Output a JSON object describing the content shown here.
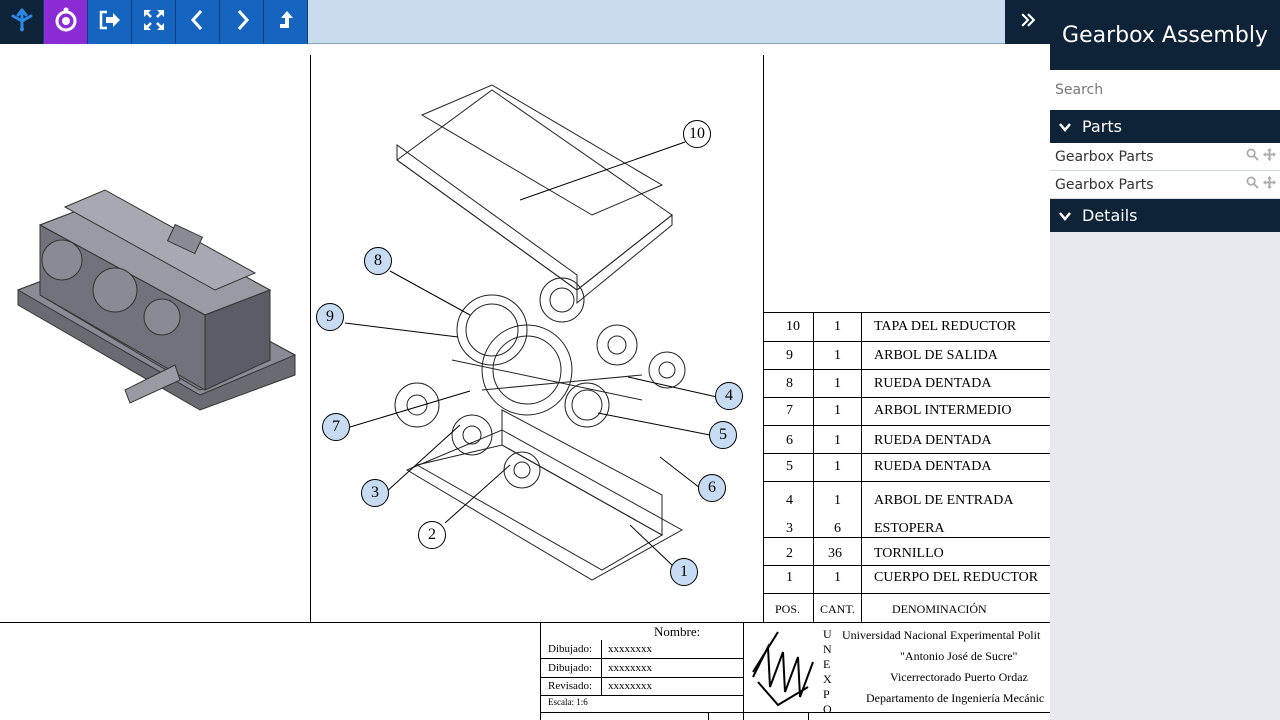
{
  "toolbar": {
    "buttons": [
      {
        "name": "home-button",
        "icon": "home-arrows-icon"
      },
      {
        "name": "app-logo-button",
        "icon": "logo-icon"
      },
      {
        "name": "exit-button",
        "icon": "exit-icon"
      },
      {
        "name": "fullscreen-button",
        "icon": "expand-arrows-icon"
      },
      {
        "name": "previous-button",
        "icon": "chevron-left-icon"
      },
      {
        "name": "next-button",
        "icon": "chevron-right-icon"
      },
      {
        "name": "up-button",
        "icon": "arrow-up-icon"
      }
    ],
    "expand_icon": "double-chevron-right-icon"
  },
  "sidebar": {
    "title": "Gearbox Assembly",
    "search_placeholder": "Search",
    "sections": {
      "parts": {
        "label": "Parts",
        "items": [
          {
            "label": "Gearbox Parts"
          },
          {
            "label": "Gearbox Parts"
          }
        ]
      },
      "details": {
        "label": "Details"
      }
    }
  },
  "drawing": {
    "balloons": [
      "10",
      "8",
      "9",
      "4",
      "5",
      "6",
      "7",
      "3",
      "2",
      "1"
    ],
    "parts_table": {
      "rows": [
        {
          "pos": "10",
          "cant": "1",
          "denom": "TAPA DEL REDUCTOR"
        },
        {
          "pos": "9",
          "cant": "1",
          "denom": "ARBOL DE SALIDA"
        },
        {
          "pos": "8",
          "cant": "1",
          "denom": "RUEDA DENTADA"
        },
        {
          "pos": "7",
          "cant": "1",
          "denom": "ARBOL INTERMEDIO"
        },
        {
          "pos": "6",
          "cant": "1",
          "denom": "RUEDA DENTADA"
        },
        {
          "pos": "5",
          "cant": "1",
          "denom": "RUEDA DENTADA"
        },
        {
          "pos": "4",
          "cant": "1",
          "denom": "ARBOL DE ENTRADA"
        },
        {
          "pos": "3",
          "cant": "6",
          "denom": "ESTOPERA"
        },
        {
          "pos": "2",
          "cant": "36",
          "denom": "TORNILLO"
        },
        {
          "pos": "1",
          "cant": "1",
          "denom": "CUERPO DEL REDUCTOR"
        }
      ],
      "header": {
        "pos": "POS.",
        "cant": "CANT.",
        "denom": "DENOMINACIÓN"
      }
    },
    "title_block": {
      "nombre": "Nombre:",
      "rows": [
        {
          "label": "Dibujado:",
          "value": "xxxxxxxx"
        },
        {
          "label": "Dibujado:",
          "value": "xxxxxxxx"
        },
        {
          "label": "Revisado:",
          "value": "xxxxxxxx"
        }
      ],
      "escala": "Escala: 1:6",
      "unexpo_letters": [
        "U",
        "N",
        "E",
        "X",
        "P",
        "O"
      ],
      "university": [
        "Universidad Nacional Experimental Polit",
        "\"Antonio José de Sucre\"",
        "Vicerrectorado Puerto Ordaz",
        "Departamento de Ingeniería Mecánic"
      ]
    }
  }
}
